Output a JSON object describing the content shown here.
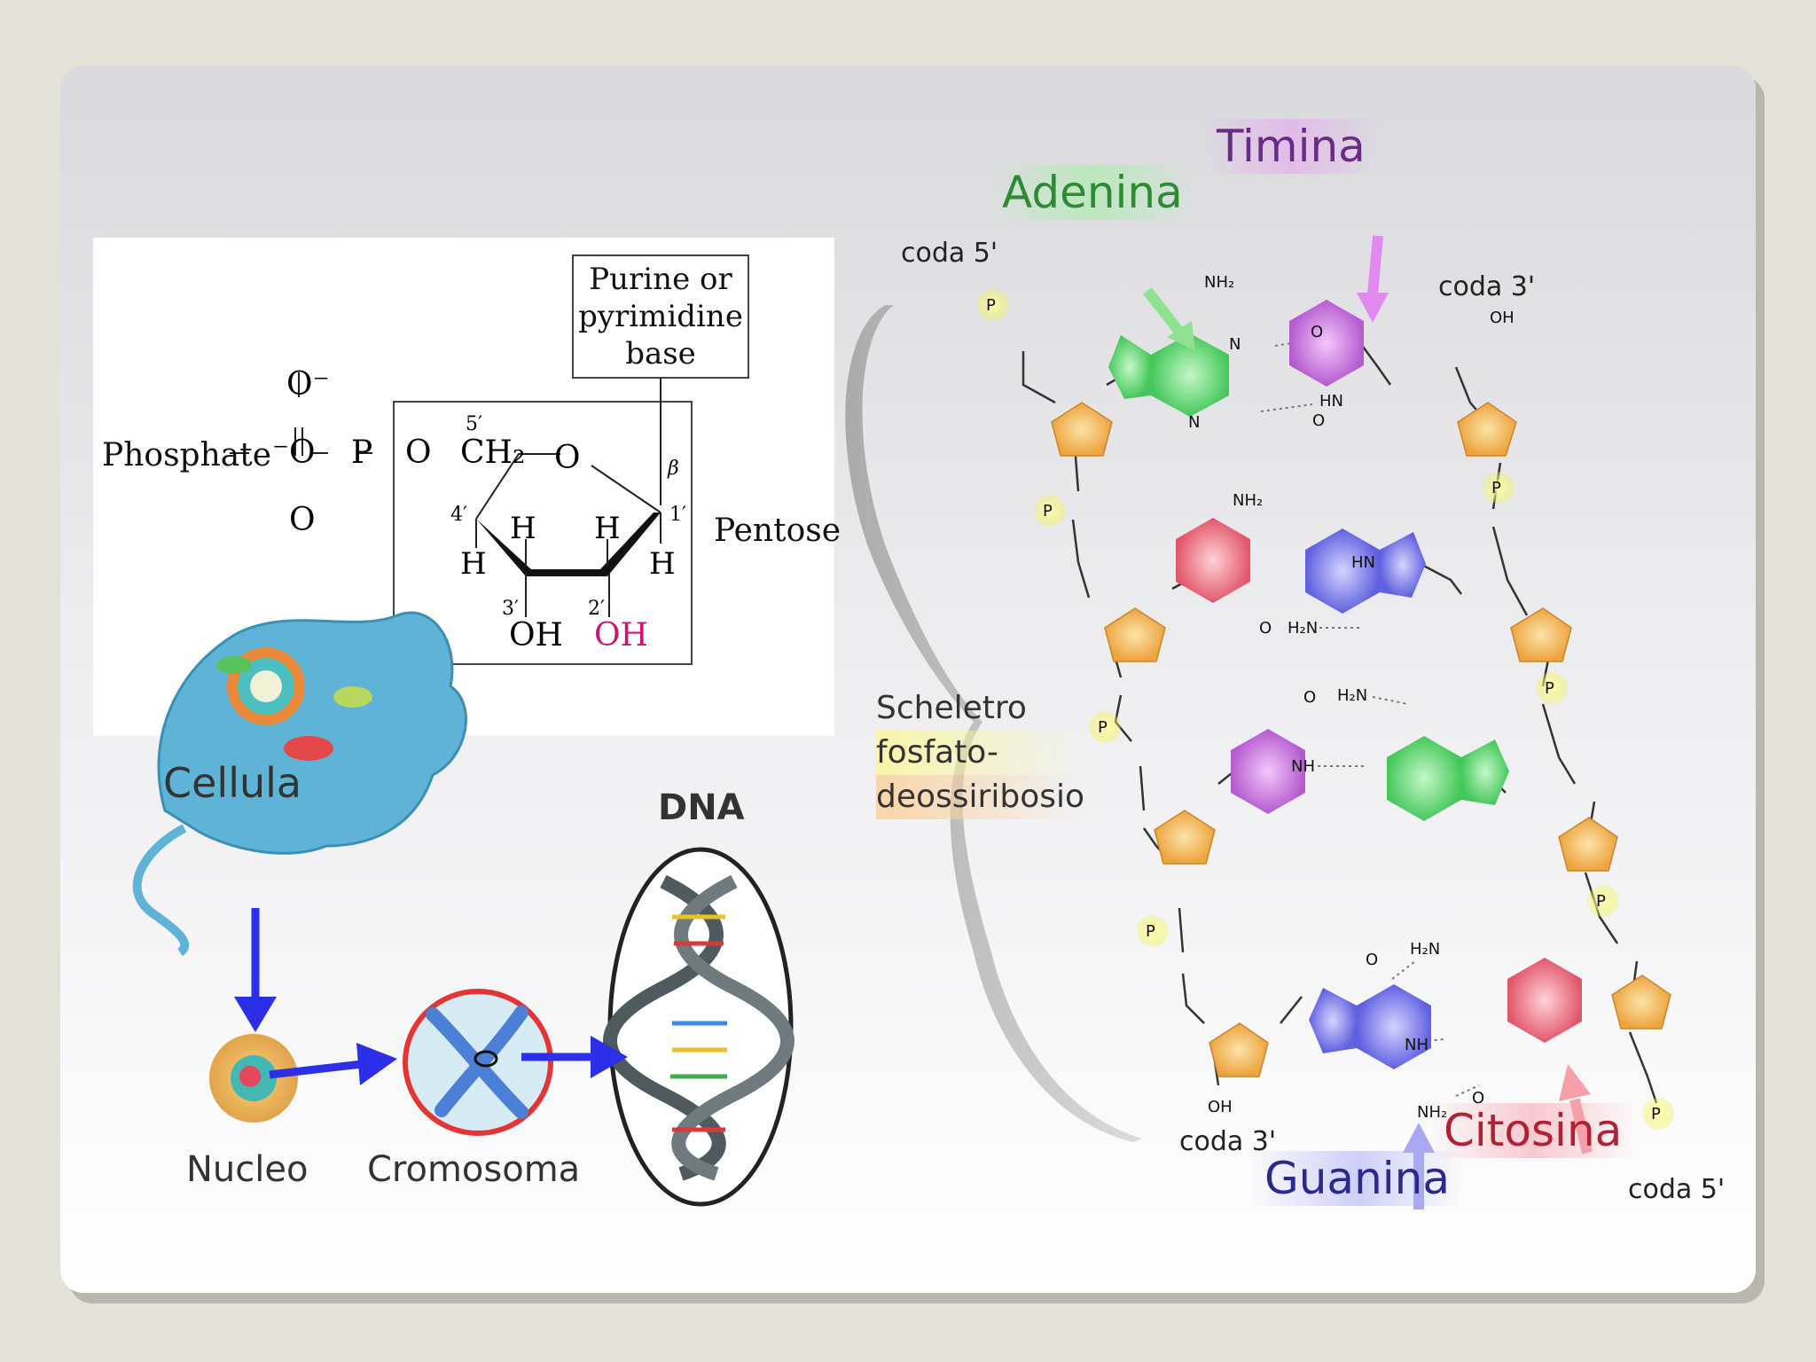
{
  "structure": {
    "phosphate_label": "Phosphate",
    "pentose_label": "Pentose",
    "base_box": [
      "Purine or",
      "pyrimidine",
      "base"
    ],
    "atoms": {
      "o_minus_top": "O⁻",
      "o_bottom": "O",
      "o_left": "⁻O",
      "p": "P",
      "o_link": "O",
      "ch2": "CH₂",
      "o_ring": "O",
      "pos5": "5′",
      "pos4": "4′",
      "pos3": "3′",
      "pos2": "2′",
      "pos1": "1′",
      "beta": "β",
      "h": "H",
      "oh3": "OH",
      "oh2": "OH"
    }
  },
  "flow": {
    "cell_label": "Cellula",
    "nucleus_label": "Nucleo",
    "chromosome_label": "Cromosoma",
    "dna_label": "DNA"
  },
  "dna_structure": {
    "bases": {
      "adenine": "Adenina",
      "thymine": "Timina",
      "guanine": "Guanina",
      "cytosine": "Citosina"
    },
    "ends": {
      "top_left": "coda 5'",
      "top_right": "coda 3'",
      "bottom_left": "coda 3'",
      "bottom_right": "coda 5'"
    },
    "backbone": [
      "Scheletro",
      "fosfato-",
      "deossiribosio"
    ],
    "atoms": {
      "nh2": "NH₂",
      "h2n": "H₂N",
      "nh": "NH",
      "hn": "HN",
      "n": "N",
      "o": "O",
      "p": "P",
      "oh": "OH",
      "minus": "-"
    }
  },
  "colors": {
    "adenine": "#55d86a",
    "thymine": "#cc66dd",
    "guanine": "#7777ee",
    "cytosine": "#ee6677",
    "sugar": "#f2b050",
    "phosphate": "#f3f04a",
    "arrow_blue": "#2c2ee8",
    "ribose_oh": "#cc1177"
  }
}
